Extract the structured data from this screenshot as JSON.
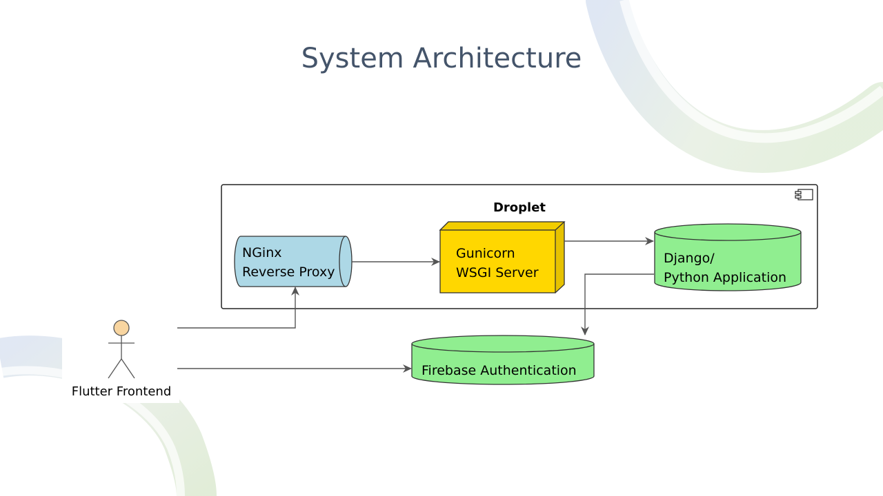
{
  "slide": {
    "title": "System Architecture"
  },
  "diagram": {
    "container": {
      "label": "Droplet"
    },
    "nodes": {
      "nginx": {
        "line1": "NGinx",
        "line2": "Reverse Proxy",
        "shape": "horizontal-cylinder",
        "fill": "#add8e6"
      },
      "gunicorn": {
        "line1": "Gunicorn",
        "line2": "WSGI Server",
        "shape": "node-box",
        "fill": "#ffd700"
      },
      "django": {
        "line1": "Django/",
        "line2": "Python Application",
        "shape": "database",
        "fill": "#90ee90"
      },
      "firebase": {
        "line1": "Firebase Authentication",
        "shape": "database",
        "fill": "#90ee90"
      },
      "actor": {
        "label": "Flutter Frontend",
        "shape": "stick-figure",
        "fill": "#f8d5a0"
      }
    },
    "edges": [
      {
        "from": "Flutter Frontend",
        "to": "NGinx Reverse Proxy"
      },
      {
        "from": "Flutter Frontend",
        "to": "Firebase Authentication"
      },
      {
        "from": "NGinx Reverse Proxy",
        "to": "Gunicorn WSGI Server"
      },
      {
        "from": "Gunicorn WSGI Server",
        "to": "Django/ Python Application"
      },
      {
        "from": "Django/ Python Application",
        "to": "Firebase Authentication"
      }
    ],
    "component_icon": "component-icon"
  },
  "theme": {
    "title_color": "#44546a",
    "line_color": "#555555"
  }
}
